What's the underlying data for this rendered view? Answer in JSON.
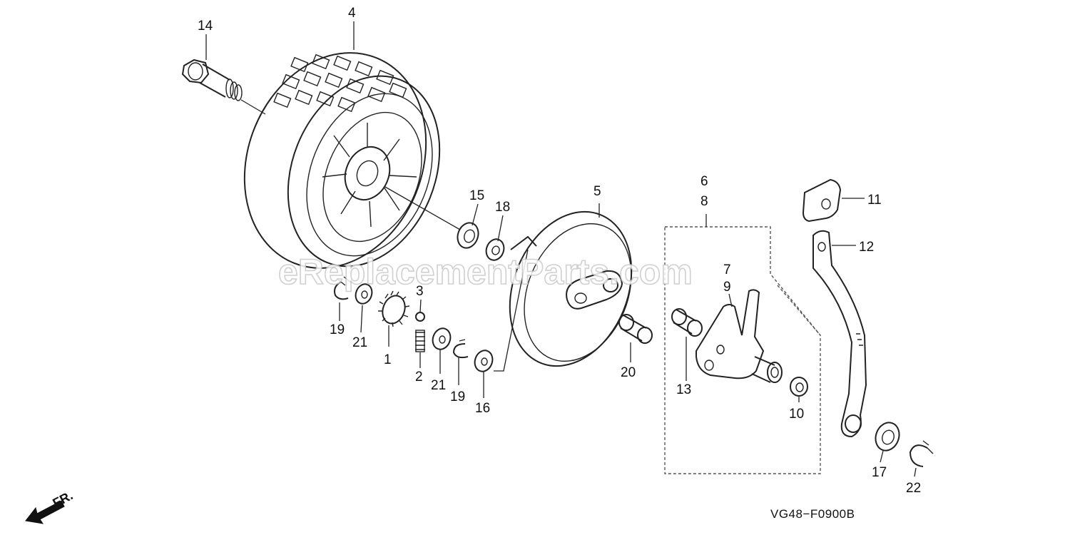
{
  "watermark": "eReplacementParts.com",
  "figure_code": "VG48−F0900B",
  "direction_label": "FR.",
  "callouts": {
    "p14": "14",
    "p4": "4",
    "p15": "15",
    "p18": "18",
    "p5": "5",
    "p6": "6",
    "p8": "8",
    "p11": "11",
    "p12": "12",
    "p7": "7",
    "p9": "9",
    "p3": "3",
    "p19a": "19",
    "p21a": "21",
    "p1": "1",
    "p2": "2",
    "p21b": "21",
    "p19b": "19",
    "p16": "16",
    "p20": "20",
    "p13": "13",
    "p10": "10",
    "p17": "17",
    "p22": "22"
  },
  "icons": {
    "front_arrow": "front-direction-arrow-icon"
  }
}
